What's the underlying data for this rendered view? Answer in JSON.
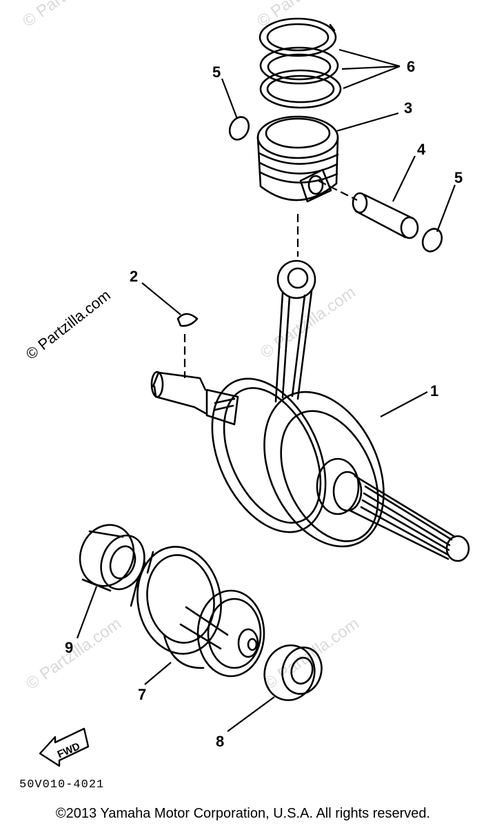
{
  "watermark": {
    "text": "© Partzilla.com",
    "faint_color": "#d9d9d9",
    "strong_color": "#000000"
  },
  "callouts": {
    "c1": "1",
    "c2": "2",
    "c3": "3",
    "c4": "4",
    "c5a": "5",
    "c5b": "5",
    "c6": "6",
    "c7": "7",
    "c8": "8",
    "c9": "9"
  },
  "fwd_label": "FWD",
  "drawing_code": "50V010-4021",
  "copyright": "©2013 Yamaha Motor Corporation, U.S.A. All rights reserved."
}
